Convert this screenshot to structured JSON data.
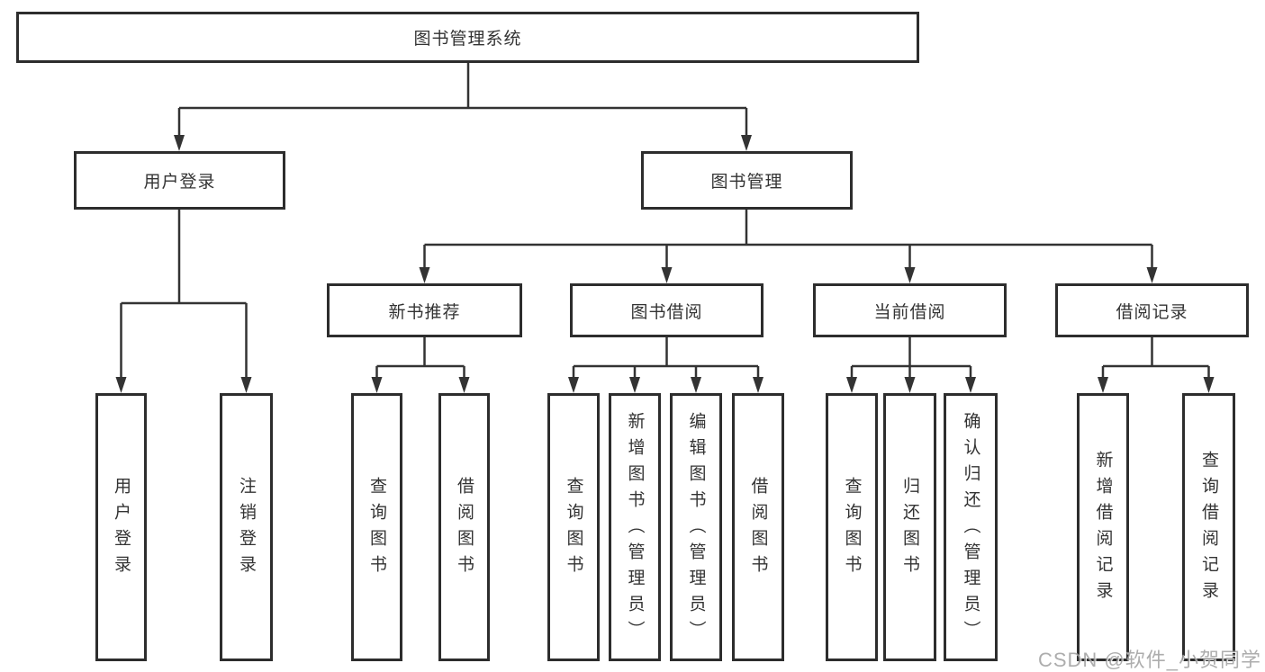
{
  "root": {
    "label": "图书管理系统"
  },
  "branches": [
    {
      "label": "用户登录",
      "leaves": [
        "用户登录",
        "注销登录"
      ]
    },
    {
      "label": "图书管理",
      "groups": [
        {
          "label": "新书推荐",
          "leaves": [
            "查询图书",
            "借阅图书"
          ]
        },
        {
          "label": "图书借阅",
          "leaves": [
            "查询图书",
            "新增图书（管理员）",
            "编辑图书（管理员）",
            "借阅图书"
          ]
        },
        {
          "label": "当前借阅",
          "leaves": [
            "查询图书",
            "归还图书",
            "确认归还（管理员）"
          ]
        },
        {
          "label": "借阅记录",
          "leaves": [
            "新增借阅记录",
            "查询借阅记录"
          ]
        }
      ]
    }
  ],
  "watermark": {
    "text": "CSDN @软件_小贺同学"
  },
  "colors": {
    "line": "#333333",
    "box_border": "#2d2d2d",
    "box_background": "#ffffff",
    "text": "#333333",
    "watermark": "#9f9f9f"
  }
}
